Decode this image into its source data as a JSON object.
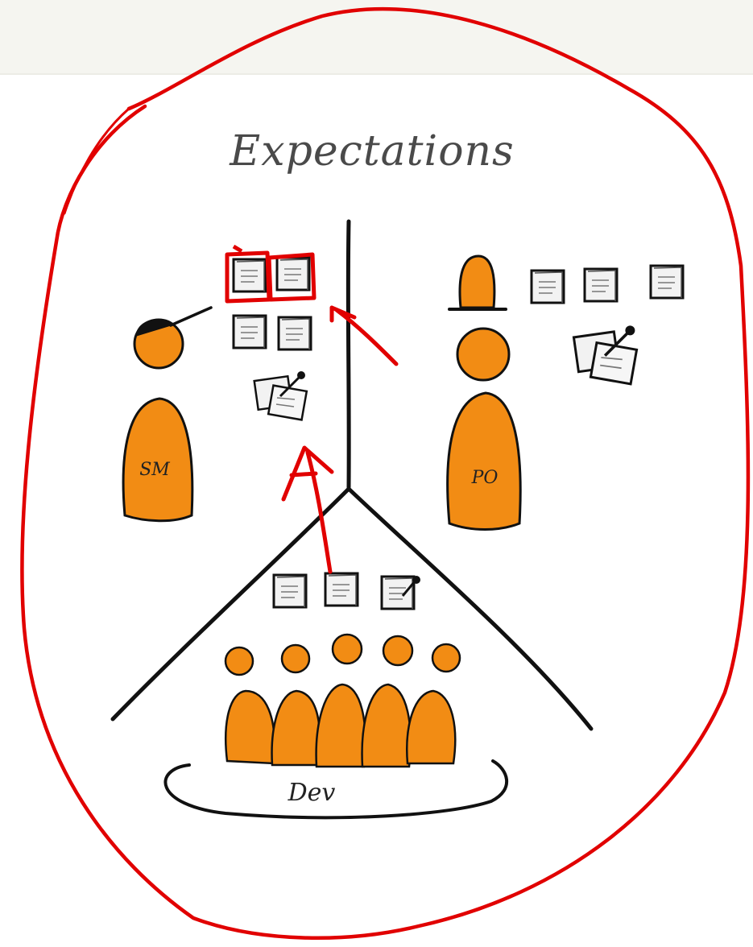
{
  "diagram": {
    "title": "Expectations",
    "roles": {
      "sm": "SM",
      "po": "PO",
      "dev": "Dev"
    },
    "colors": {
      "figure": "#f28c14",
      "ink": "#111111",
      "annotation": "#e10000",
      "note_fill": "#f2f2f2",
      "background_band": "#f5f5f0"
    },
    "icons": [
      "sticky-note-icon",
      "notepad-with-pen-icon",
      "arrow-icon"
    ]
  }
}
